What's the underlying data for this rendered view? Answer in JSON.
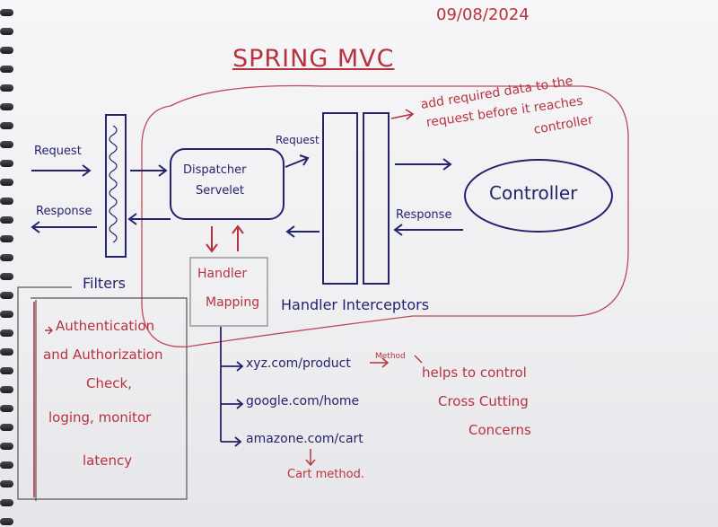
{
  "date": "09/08/2024",
  "title": "SPRING MVC",
  "labels": {
    "request_in": "Request",
    "response_out": "Response",
    "filters": "Filters",
    "dispatcher_line1": "Dispatcher",
    "dispatcher_line2": "Servelet",
    "dispatcher_request": "Request",
    "handler_mapping_line1": "Handler",
    "handler_mapping_line2": "Mapping",
    "handler_interceptors": "Handler Interceptors",
    "controller": "Controller",
    "controller_response": "Response"
  },
  "notes": {
    "interceptor_note_line1": "add required data to the",
    "interceptor_note_line2": "request before it reaches",
    "interceptor_note_line3": "controller",
    "filter_note_line1": "Authentication",
    "filter_note_line2": "and Authorization",
    "filter_note_line3": "Check,",
    "filter_note_line4": "loging, monitor",
    "filter_note_line5": "latency",
    "crosscut_line1": "helps to control",
    "crosscut_line2": "Cross Cutting",
    "crosscut_line3": "Concerns",
    "method_note": "Method",
    "cart_method": "Cart method."
  },
  "mappings": [
    "xyz.com/product",
    "google.com/home",
    "amazone.com/cart"
  ],
  "colors": {
    "blue_ink": "#23236e",
    "red_ink": "#b8323e",
    "paper": "#f3f3f5"
  }
}
